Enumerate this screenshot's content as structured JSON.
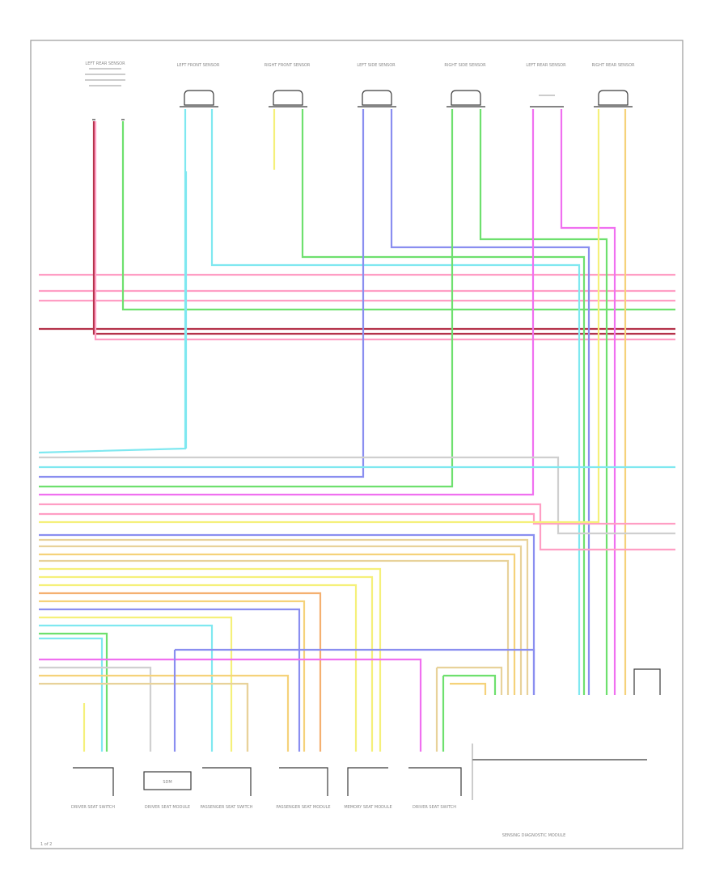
{
  "diagram": {
    "top_connector_labels": [
      "LEFT REAR SENSOR",
      "LEFT FRONT SENSOR",
      "RIGHT FRONT SENSOR",
      "LEFT SIDE SENSOR",
      "RIGHT SIDE SENSOR",
      "LEFT REAR SENSOR",
      "RIGHT REAR SENSOR"
    ],
    "bottom_module_labels": [
      "DRIVER SEAT SWITCH",
      "DRIVER SEAT MODULE",
      "PASSENGER SEAT SWITCH",
      "PASSENGER SEAT MODULE",
      "MEMORY SEAT MODULE",
      "DRIVER SEAT SWITCH"
    ],
    "right_module_label": "SENSING DIAGNOSTIC MODULE",
    "box_label": "SDM",
    "footer_code": "1 of 2",
    "wire_colors": {
      "pink": "#ff9ec4",
      "green": "#6ee06e",
      "cyan": "#7fe8f0",
      "blue": "#8a8ef0",
      "yellow": "#f5f07a",
      "tan": "#e8d29a",
      "magenta": "#f070f0",
      "dark_red": "#b4324a",
      "orange": "#f4b070",
      "gray": "#b0b0b0"
    }
  }
}
